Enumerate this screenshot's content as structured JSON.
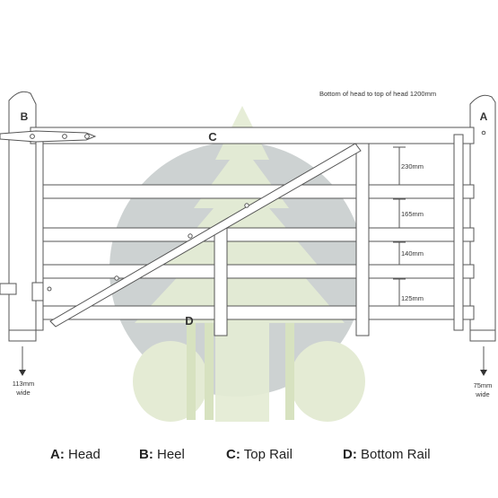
{
  "header": {
    "note": "Bottom of head to top of head 1200mm"
  },
  "posts": {
    "head": {
      "letter": "A",
      "width_label": "75mm",
      "wide_word": "wide"
    },
    "heel": {
      "letter": "B",
      "width_label": "113mm",
      "wide_word": "wide"
    }
  },
  "gate": {
    "top_rail_letter": "C",
    "bottom_rail_letter": "D",
    "spacings": [
      "230mm",
      "165mm",
      "140mm",
      "125mm"
    ]
  },
  "legend": [
    {
      "key": "A:",
      "text": "Head"
    },
    {
      "key": "B:",
      "text": "Heel"
    },
    {
      "key": "C:",
      "text": "Top Rail"
    },
    {
      "key": "D:",
      "text": "Bottom Rail"
    }
  ],
  "colors": {
    "watermark_circle": "#cdd2d2",
    "watermark_tree": "#e6ecd6",
    "line": "#555555",
    "text": "#222222"
  }
}
